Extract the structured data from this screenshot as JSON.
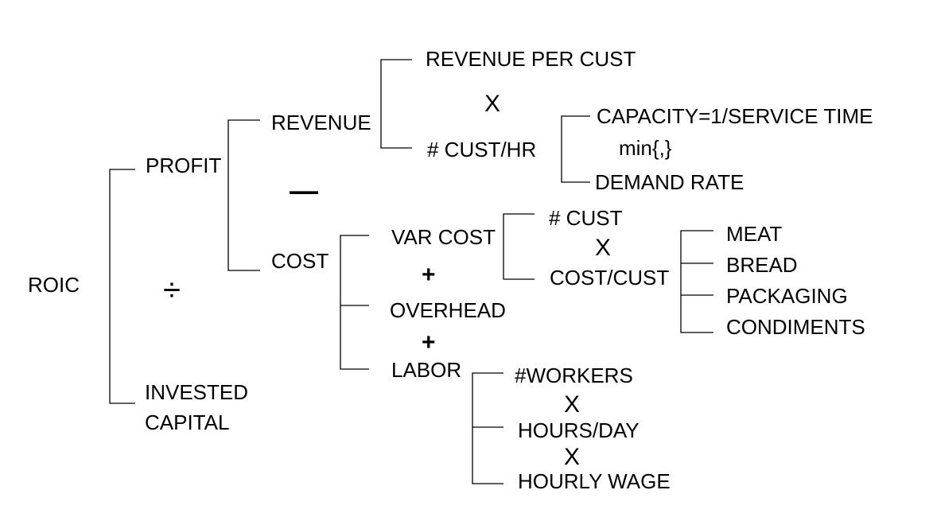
{
  "nodes": {
    "roic": "ROIC",
    "profit": "PROFIT",
    "invested_capital_line1": "INVESTED",
    "invested_capital_line2": "CAPITAL",
    "revenue": "REVENUE",
    "cost": "COST",
    "revenue_per_cust": "REVENUE PER CUST",
    "cust_per_hr": "# CUST/HR",
    "capacity": "CAPACITY=1/SERVICE TIME",
    "min_func": "min{,}",
    "demand_rate": "DEMAND RATE",
    "var_cost": "VAR COST",
    "overhead": "OVERHEAD",
    "labor": "LABOR",
    "num_cust": "# CUST",
    "cost_per_cust": "COST/CUST",
    "meat": "MEAT",
    "bread": "BREAD",
    "packaging": "PACKAGING",
    "condiments": "CONDIMENTS",
    "workers": "#WORKERS",
    "hours_per_day": "HOURS/DAY",
    "hourly_wage": "HOURLY WAGE"
  },
  "operators": {
    "divide": "÷",
    "minus": "—",
    "plus": "+",
    "times": "X"
  }
}
